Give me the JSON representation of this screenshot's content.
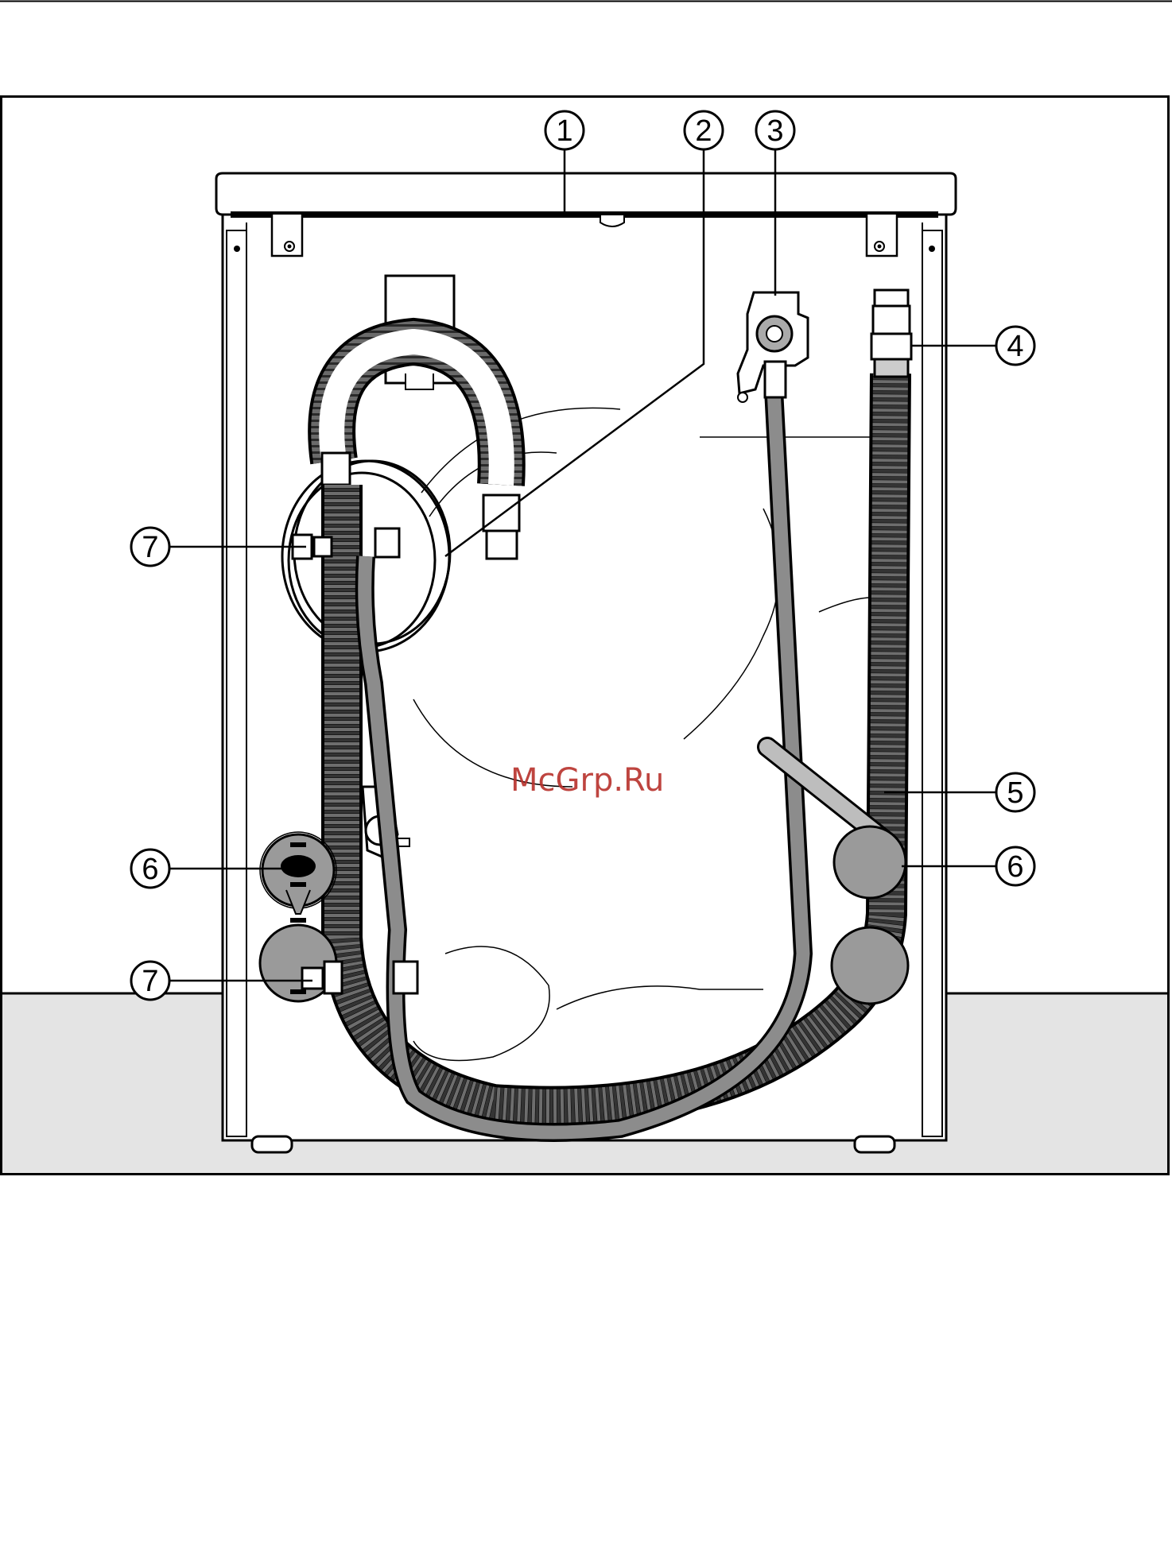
{
  "callouts": [
    {
      "id": "c1",
      "number": "1"
    },
    {
      "id": "c2",
      "number": "2"
    },
    {
      "id": "c3",
      "number": "3"
    },
    {
      "id": "c4",
      "number": "4"
    },
    {
      "id": "c5",
      "number": "5"
    },
    {
      "id": "c6a",
      "number": "6"
    },
    {
      "id": "c6b",
      "number": "6"
    },
    {
      "id": "c7a",
      "number": "7"
    },
    {
      "id": "c7b",
      "number": "7"
    }
  ],
  "watermark": "McGrp.Ru",
  "colors": {
    "hose_dark": "#5a5a5a",
    "hose_mid": "#8c8c8c",
    "floor": "#e4e4e4",
    "body": "#ffffff",
    "foot_grey": "#9a9a9a",
    "watermark": "#b8302b"
  }
}
